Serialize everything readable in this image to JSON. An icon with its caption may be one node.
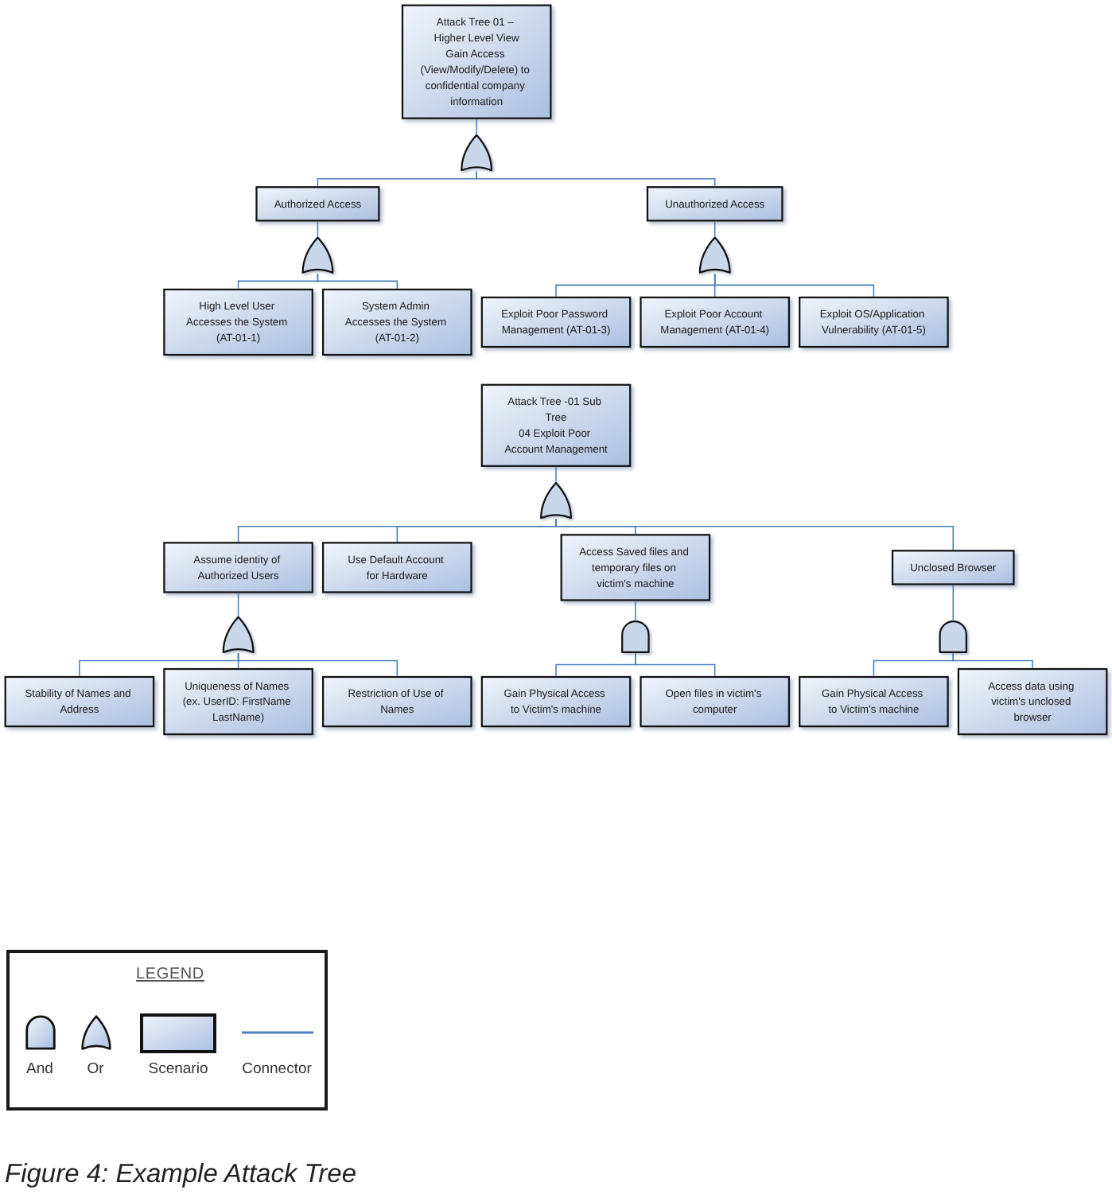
{
  "diagram": {
    "caption": "Figure 4: Example Attack Tree",
    "nodes": [
      {
        "text": [
          "Attack Tree 01 – Higher Level View",
          "Gain Access (View/Modify/Delete) to confidential company information"
        ]
      },
      {
        "text": [],
        "shape": "or-gate"
      },
      {
        "text": [
          "Authorized Access"
        ]
      },
      {
        "text": [
          "Unauthorized Access"
        ]
      },
      {
        "text": [],
        "shape": "or-gate"
      },
      {
        "text": [],
        "shape": "or-gate"
      },
      {
        "text": [
          "High Level User Accesses the System (AT-01-1)"
        ]
      },
      {
        "text": [
          "System Admin Accesses the System (AT-01-2)"
        ]
      },
      {
        "text": [
          "Exploit Poor Password Management (AT-01-3)"
        ]
      },
      {
        "text": [
          "Exploit Poor Account Management (AT-01-4)"
        ]
      },
      {
        "text": [
          "Exploit OS/Application Vulnerability (AT-01-5)"
        ]
      },
      {
        "text": [
          "Attack Tree -01 Sub Tree",
          "04 Exploit Poor Account Management"
        ]
      },
      {
        "text": [],
        "shape": "or-gate"
      },
      {
        "text": [
          "Assume identity of Authorized Users"
        ]
      },
      {
        "text": [
          "Use Default Account for Hardware"
        ]
      },
      {
        "text": [
          "Access Saved files and temporary files on victim's machine"
        ]
      },
      {
        "text": [
          "Unclosed Browser"
        ]
      },
      {
        "text": [],
        "shape": "or-gate"
      },
      {
        "text": [],
        "shape": "and-gate"
      },
      {
        "text": [],
        "shape": "and-gate"
      },
      {
        "text": [
          "Stability of Names and Address"
        ]
      },
      {
        "text": [
          "Uniqueness of Names (ex. UserID: FirstName LastName)"
        ]
      },
      {
        "text": [
          "Restriction of Use of Names"
        ]
      },
      {
        "text": [
          "Gain Physical Access to Victim's machine"
        ]
      },
      {
        "text": [
          "Open files in victim's computer"
        ]
      },
      {
        "text": [
          "Gain Physical Access to Victim's machine"
        ]
      },
      {
        "text": [
          "Access data using victim's unclosed browser"
        ]
      }
    ],
    "edges": [
      {
        "from": 0,
        "to": 1,
        "arrow": "none"
      },
      {
        "from": 1,
        "to": 2,
        "arrow": "none"
      },
      {
        "from": 1,
        "to": 3,
        "arrow": "none"
      },
      {
        "from": 2,
        "to": 4,
        "arrow": "none"
      },
      {
        "from": 4,
        "to": 6,
        "arrow": "none"
      },
      {
        "from": 4,
        "to": 7,
        "arrow": "none"
      },
      {
        "from": 3,
        "to": 5,
        "arrow": "none"
      },
      {
        "from": 5,
        "to": 8,
        "arrow": "none"
      },
      {
        "from": 5,
        "to": 9,
        "arrow": "none"
      },
      {
        "from": 5,
        "to": 10,
        "arrow": "none"
      },
      {
        "from": 11,
        "to": 12,
        "arrow": "none"
      },
      {
        "from": 12,
        "to": 13,
        "arrow": "none"
      },
      {
        "from": 12,
        "to": 14,
        "arrow": "none"
      },
      {
        "from": 12,
        "to": 15,
        "arrow": "none"
      },
      {
        "from": 12,
        "to": 16,
        "arrow": "none"
      },
      {
        "from": 13,
        "to": 17,
        "arrow": "none"
      },
      {
        "from": 17,
        "to": 20,
        "arrow": "none"
      },
      {
        "from": 17,
        "to": 21,
        "arrow": "none"
      },
      {
        "from": 17,
        "to": 22,
        "arrow": "none"
      },
      {
        "from": 15,
        "to": 18,
        "arrow": "none"
      },
      {
        "from": 18,
        "to": 23,
        "arrow": "none"
      },
      {
        "from": 18,
        "to": 24,
        "arrow": "none"
      },
      {
        "from": 16,
        "to": 19,
        "arrow": "none"
      },
      {
        "from": 19,
        "to": 25,
        "arrow": "none"
      },
      {
        "from": 19,
        "to": 26,
        "arrow": "none"
      }
    ],
    "labels": [
      "LEGEND"
    ],
    "legend": [
      {
        "text": "And"
      },
      {
        "text": "Or"
      },
      {
        "text": "Scenario"
      },
      {
        "text": "Connector"
      }
    ]
  }
}
